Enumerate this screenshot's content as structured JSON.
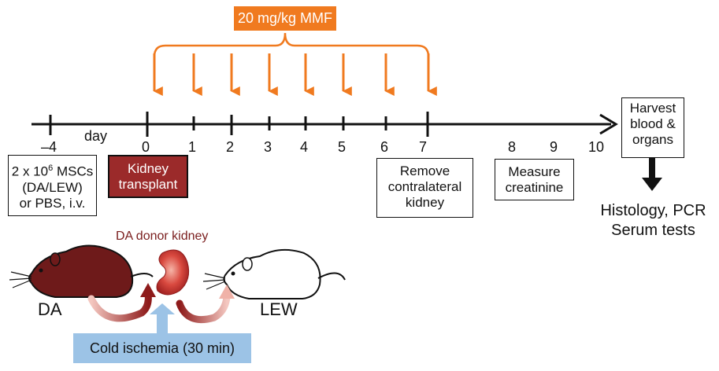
{
  "mmf_label": "20 mg/kg  MMF",
  "day_label": "day",
  "ticks": [
    "–4",
    "0",
    "1",
    "2",
    "3",
    "4",
    "5",
    "6",
    "7",
    "8",
    "9",
    "10"
  ],
  "msc_box": {
    "line1_pre": "2 x 10",
    "line1_sup": "6",
    "line1_post": " MSCs",
    "line2": "(DA/LEW)",
    "line3": "or PBS, i.v."
  },
  "kidney_transplant": {
    "line1": "Kidney",
    "line2": "transplant"
  },
  "remove_box": {
    "line1": "Remove",
    "line2": "contralateral",
    "line3": "kidney"
  },
  "measure_box": {
    "line1": "Measure",
    "line2": "creatinine"
  },
  "harvest_box": {
    "line1": "Harvest",
    "line2": "blood &",
    "line3": "organs"
  },
  "results": {
    "line1": "Histology, PCR",
    "line2": "Serum tests"
  },
  "donor_kidney_label": "DA donor kidney",
  "donor_label": "DA",
  "recipient_label": "LEW",
  "cold_ischemia": "Cold ischemia (30 min)",
  "colors": {
    "orange": "#f07a1f",
    "kidney_red": "#9b2a2a",
    "donor_rat": "#6e1a1a",
    "cold_blue": "#9cc3e6"
  }
}
